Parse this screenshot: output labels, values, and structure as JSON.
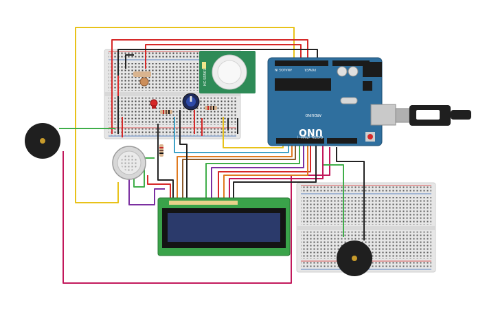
{
  "board": {
    "brand_label": "UNO",
    "sub_brand_label": "ARDUINO",
    "digital_label": "DIGITAL (PWM~)",
    "power_label": "POWER",
    "analog_label": "ANALOG IN",
    "color": "#2f6f9e"
  },
  "pir": {
    "label": "HC-SR501",
    "color": "#2e8b57"
  },
  "lcd": {
    "screen_color": "#2b3a6b",
    "board_color": "#3aa34a"
  },
  "wire_colors": {
    "yellow": "#e8c21a",
    "red": "#d62828",
    "black": "#222222",
    "magenta": "#c2185b",
    "green": "#3fae49",
    "purple": "#7b2fa0",
    "orange": "#e07a1f",
    "teal": "#40a3c8",
    "brown": "#8b5a2b"
  }
}
